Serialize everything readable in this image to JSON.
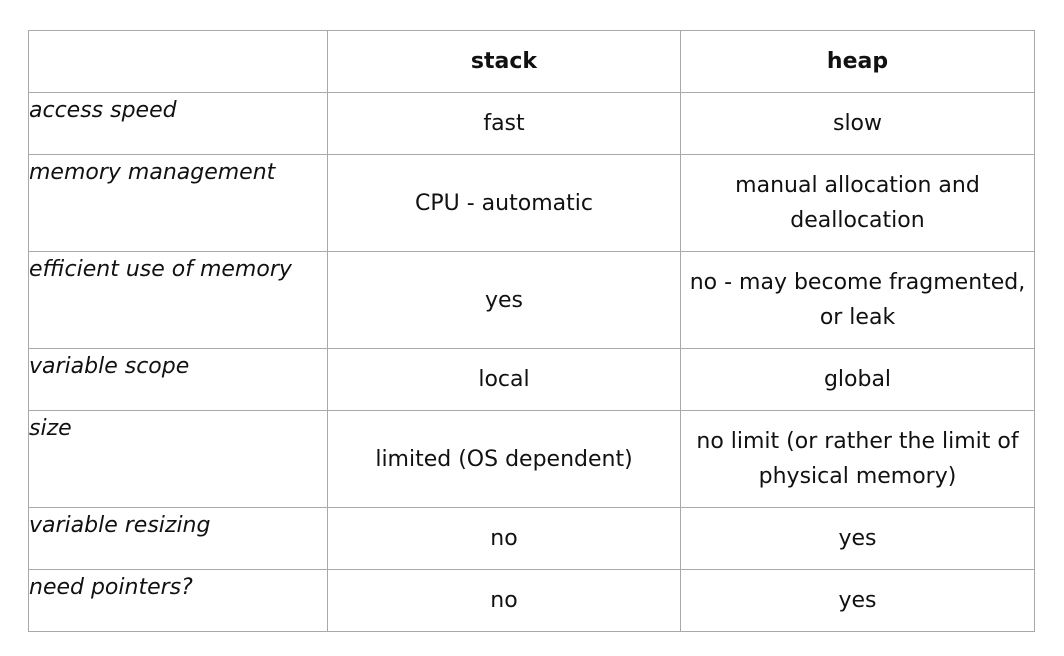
{
  "table": {
    "header": {
      "corner": "",
      "stack": "stack",
      "heap": "heap"
    },
    "rows": [
      {
        "label": "access speed",
        "stack": "fast",
        "heap": "slow"
      },
      {
        "label": "memory management",
        "stack": "CPU - automatic",
        "heap": "manual allocation and deallocation"
      },
      {
        "label": "efficient use of memory",
        "stack": "yes",
        "heap": "no - may become fragmented, or leak"
      },
      {
        "label": "variable scope",
        "stack": "local",
        "heap": "global"
      },
      {
        "label": "size",
        "stack": "limited (OS dependent)",
        "heap": "no limit (or rather the limit of physical memory)"
      },
      {
        "label": "variable resizing",
        "stack": "no",
        "heap": "yes"
      },
      {
        "label": "need pointers?",
        "stack": "no",
        "heap": "yes"
      }
    ]
  }
}
